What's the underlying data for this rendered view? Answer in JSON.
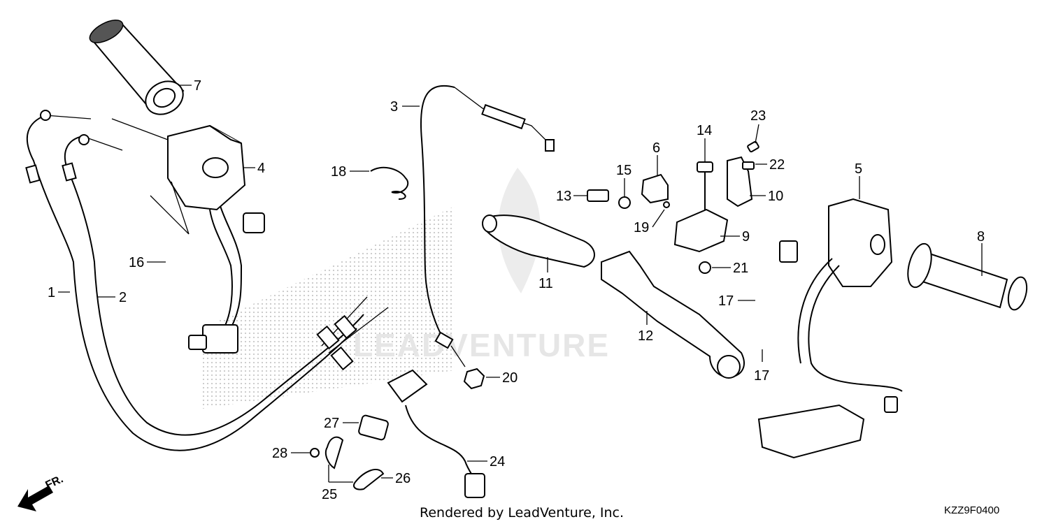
{
  "diagram": {
    "watermark_text": "LEADVENTURE",
    "footer": "Rendered by LeadVenture, Inc.",
    "diagram_code": "KZZ9F0400",
    "direction_label": "FR.",
    "callouts": {
      "c1": "1",
      "c2": "2",
      "c3": "3",
      "c4": "4",
      "c5": "5",
      "c6": "6",
      "c7": "7",
      "c8": "8",
      "c9": "9",
      "c10": "10",
      "c11": "11",
      "c12": "12",
      "c13": "13",
      "c14": "14",
      "c15": "15",
      "c16": "16",
      "c17a": "17",
      "c17b": "17",
      "c18": "18",
      "c19": "19",
      "c20": "20",
      "c21": "21",
      "c22": "22",
      "c23": "23",
      "c24": "24",
      "c25": "25",
      "c26": "26",
      "c27": "27",
      "c28": "28"
    }
  }
}
